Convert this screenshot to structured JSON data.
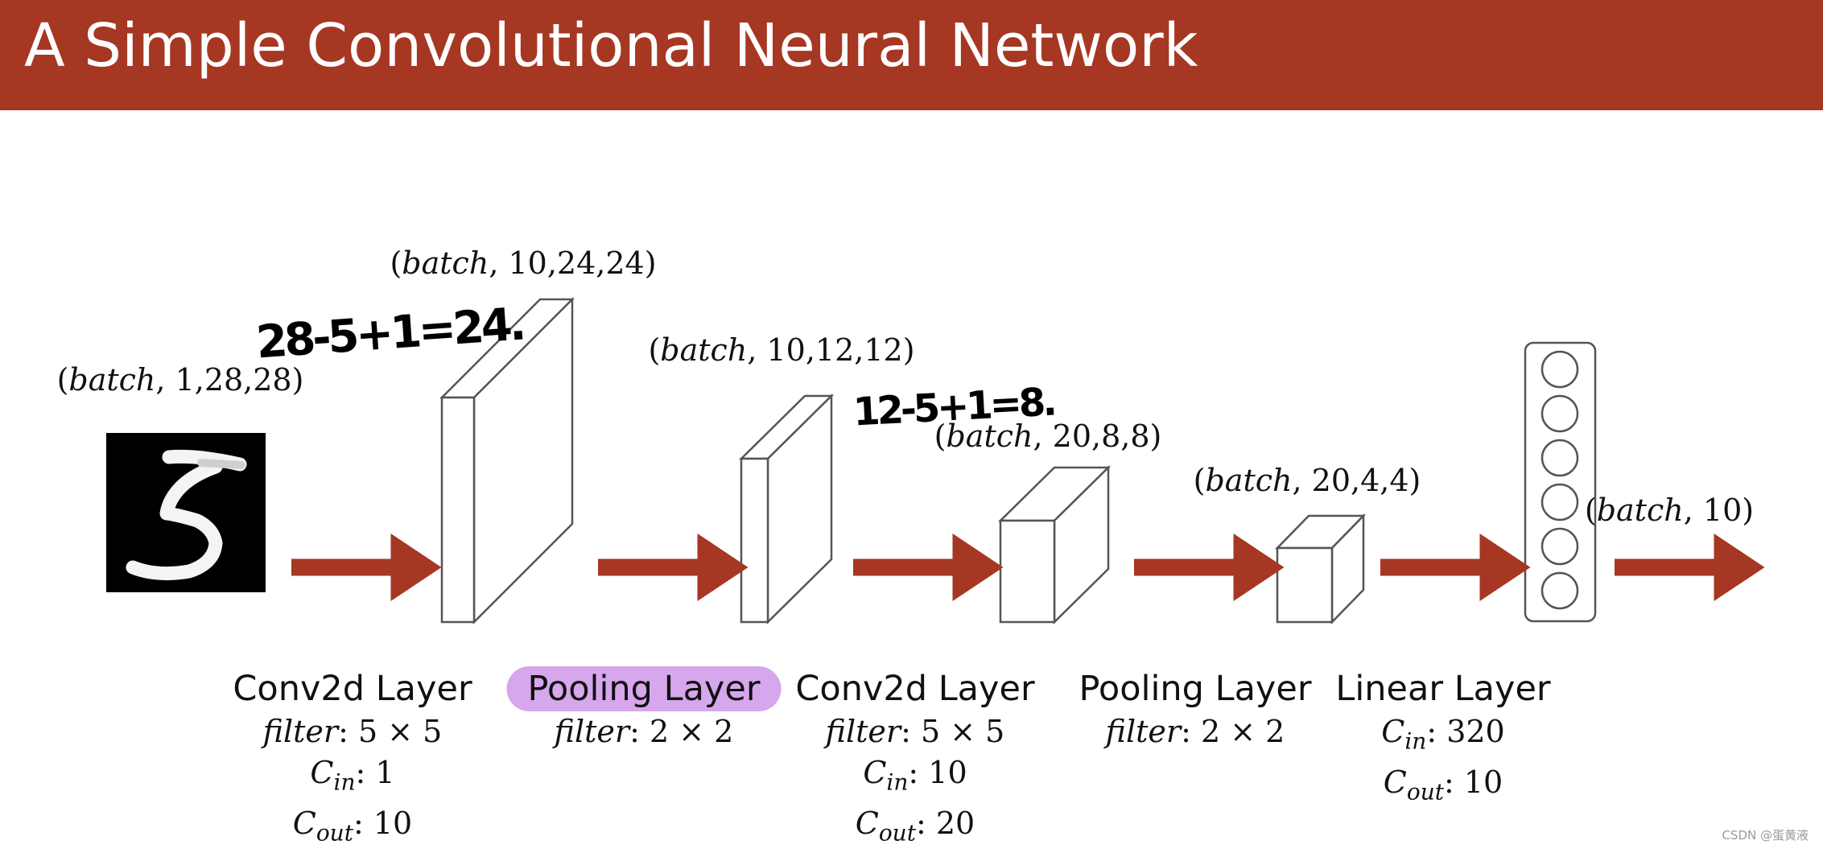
{
  "title": "A Simple Convolutional Neural Network",
  "shapes": [
    {
      "prefix": "batch",
      "dims": ", 1,28,28)"
    },
    {
      "prefix": "batch",
      "dims": ", 10,24,24)"
    },
    {
      "prefix": "batch",
      "dims": ", 10,12,12)"
    },
    {
      "prefix": "batch",
      "dims": ", 20,8,8)"
    },
    {
      "prefix": "batch",
      "dims": ", 20,4,4)"
    },
    {
      "prefix": "batch",
      "dims": ", 10)"
    }
  ],
  "layers": [
    {
      "name": "Conv2d Layer",
      "filter_label": "filter",
      "filter": ":  5 × 5",
      "cin_label": "C",
      "cin_sub": "in",
      "cin": ": 1",
      "cout_label": "C",
      "cout_sub": "out",
      "cout": ": 10"
    },
    {
      "name": "Pooling Layer",
      "filter_label": "filter",
      "filter": ": 2 × 2",
      "highlighted": true
    },
    {
      "name": "Conv2d Layer",
      "filter_label": "filter",
      "filter": ":  5 × 5",
      "cin_label": "C",
      "cin_sub": "in",
      "cin": ": 10",
      "cout_label": "C",
      "cout_sub": "out",
      "cout": ": 20"
    },
    {
      "name": "Pooling Layer",
      "filter_label": "filter",
      "filter": ": 2 × 2"
    },
    {
      "name": "Linear Layer",
      "cin_label": "C",
      "cin_sub": "in",
      "cin": ": 320",
      "cout_label": "C",
      "cout_sub": "out",
      "cout": ": 10"
    }
  ],
  "annotations": [
    "28-5+1=24.",
    "12-5+1=8."
  ],
  "watermark": "CSDN @蛋黄液",
  "colors": {
    "accent": "#a63722",
    "arrow": "#a63722",
    "highlight": "#d6a7ec"
  },
  "icons": {
    "input": "mnist-digit-five-image",
    "output": "neuron-column"
  }
}
